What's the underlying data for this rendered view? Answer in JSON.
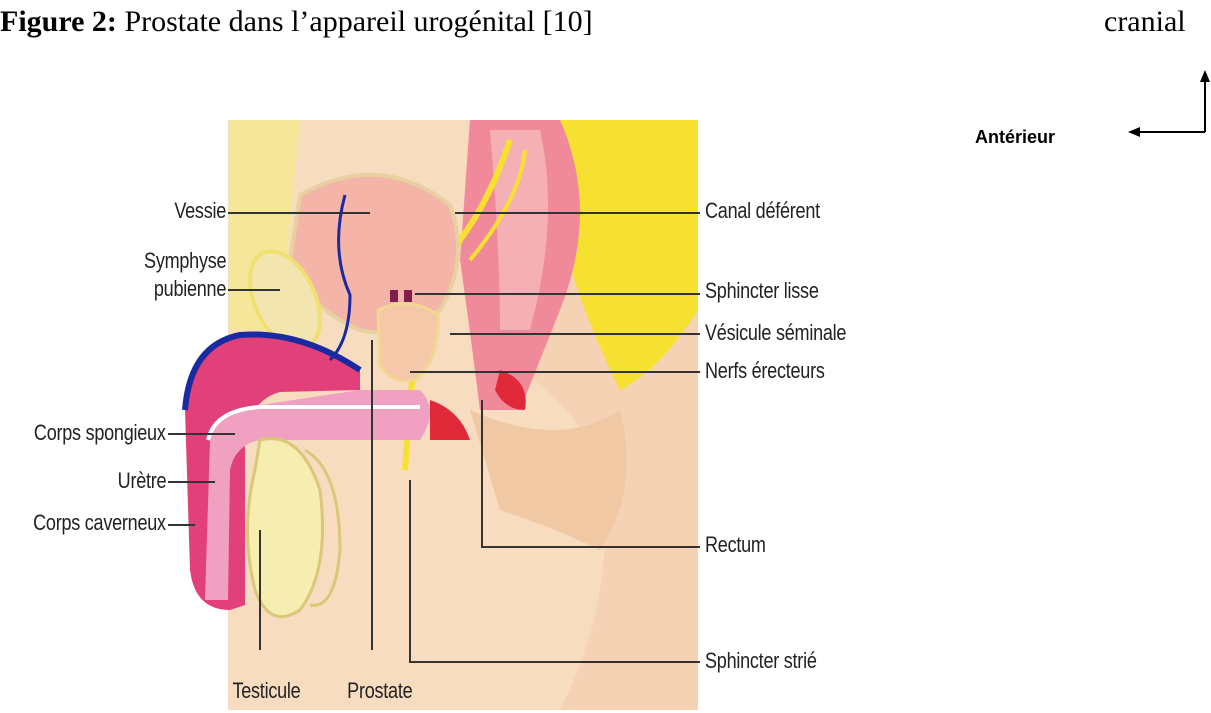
{
  "caption": {
    "prefix": "Figure 2:",
    "text": " Prostate dans l’appareil urogénital [10]"
  },
  "orientation": {
    "up_label": "cranial",
    "left_label": "Antérieur"
  },
  "diagram": {
    "left_labels": [
      "Vessie",
      "Symphyse",
      "pubienne",
      "Corps spongieux",
      "Urètre",
      "Corps caverneux"
    ],
    "right_labels": [
      "Canal déférent",
      "Sphincter lisse",
      "Vésicule séminale",
      "Nerfs érecteurs",
      "Rectum",
      "Sphincter strié"
    ],
    "bottom_labels": [
      "Testicule",
      "Prostate"
    ]
  },
  "colors": {
    "skin": "#f8dcc0",
    "bladder": "#f4b4a8",
    "pink_organ": "#e2407a",
    "red": "#e02a3a",
    "yellow": "#f6e030",
    "nerve_blue": "#1a2aa0",
    "rectum_wall": "#f08a9a"
  }
}
